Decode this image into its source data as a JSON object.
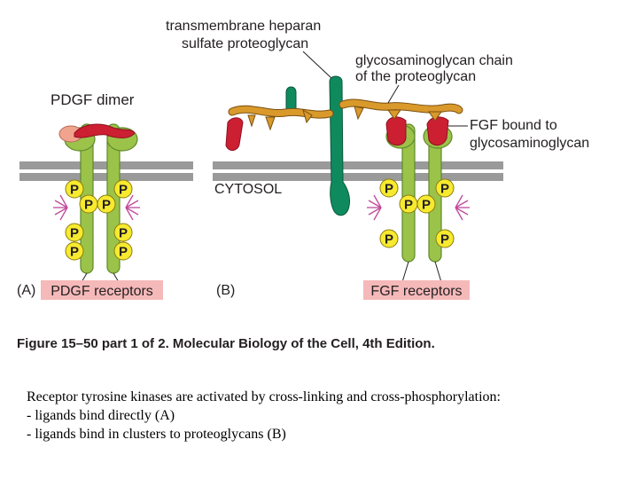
{
  "labels": {
    "pdgf_dimer": "PDGF dimer",
    "transmembrane_line1": "transmembrane heparan",
    "transmembrane_line2": "sulfate proteoglycan",
    "gag_line1": "glycosaminoglycan chain",
    "gag_line2": "of the proteoglycan",
    "fgf_bound_line1": "FGF bound to",
    "fgf_bound_line2": "glycosaminoglycan",
    "cytosol": "CYTOSOL",
    "panel_a": "(A)",
    "panel_b": "(B)",
    "pdgf_receptors": "PDGF receptors",
    "fgf_receptors": "FGF receptors",
    "phospho": "P"
  },
  "figure_caption": "Figure 15–50 part 1 of 2. Molecular Biology of the Cell, 4th Edition.",
  "caption": {
    "line1": "Receptor tyrosine kinases are activated by cross-linking and cross-phosphorylation:",
    "line2": "- ligands bind directly (A)",
    "line3": "- ligands bind in clusters to proteoglycans (B)"
  },
  "colors": {
    "receptor_green": "#9bc34a",
    "receptor_stroke": "#5e8a2a",
    "membrane_gray": "#9a9a9a",
    "ligand_red": "#cc1f32",
    "ligand_pink": "#f0a48e",
    "proteoglycan_teal": "#0f8a5f",
    "gag_orange": "#d99a2b",
    "phospho_yellow": "#f7ea2f",
    "label_pink": "#f5b9b9",
    "spark_magenta": "#c0489a"
  }
}
